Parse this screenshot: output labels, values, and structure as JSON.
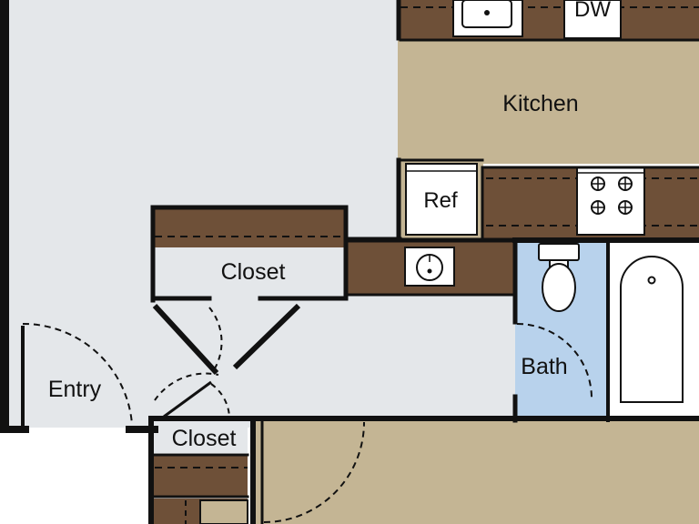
{
  "labels": {
    "kitchen": "Kitchen",
    "refrigerator": "Ref",
    "dishwasher": "DW",
    "closet_upper": "Closet",
    "closet_lower": "Closet",
    "entry": "Entry",
    "bath": "Bath"
  },
  "colors": {
    "wall": "#111111",
    "living_floor": "#e4e7ea",
    "kitchen_floor": "#c4b594",
    "bedroom_floor": "#c4b594",
    "bath_floor": "#b8d2ec",
    "counter": "#6e5038",
    "appliance": "#ffffff",
    "outside": "#ffffff"
  }
}
